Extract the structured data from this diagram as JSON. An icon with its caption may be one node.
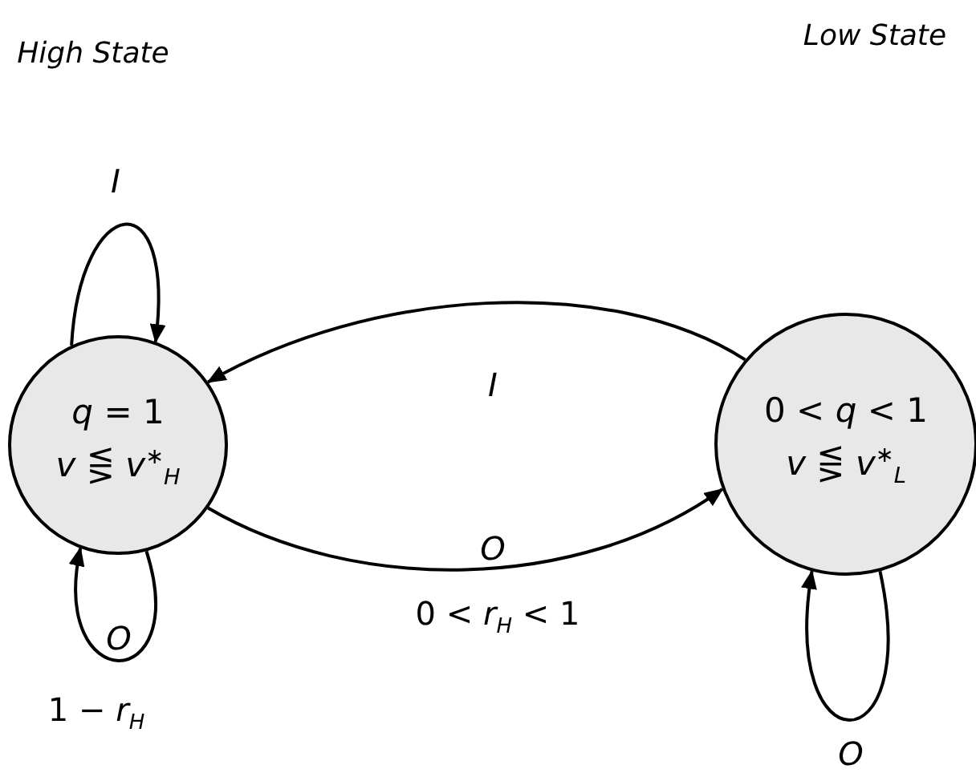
{
  "diagram": {
    "nodes": [
      {
        "text": [
          "*q* = 1",
          "*v* ⋚ *v*$^{∗}$$_{H}$"
        ]
      },
      {
        "text": [
          "0 < *q* < 1",
          "*v* ⋚ *v*$^{∗}$$_{L}$"
        ]
      }
    ],
    "edges": [
      {
        "from": 0,
        "to": 0,
        "arrow": "to",
        "label": "*I*"
      },
      {
        "from": 1,
        "to": 0,
        "arrow": "to",
        "label": "*I*"
      },
      {
        "from": 0,
        "to": 1,
        "arrow": "to",
        "label": "*O*"
      },
      {
        "from": 0,
        "to": 0,
        "arrow": "to",
        "label": "*O*"
      },
      {
        "from": 1,
        "to": 1,
        "arrow": "to",
        "label": "*O*"
      }
    ],
    "labels": [
      "High State",
      "Low State",
      "0 < *r*$_{H}$ < 1",
      "1 − *r*$_{H}$"
    ]
  }
}
